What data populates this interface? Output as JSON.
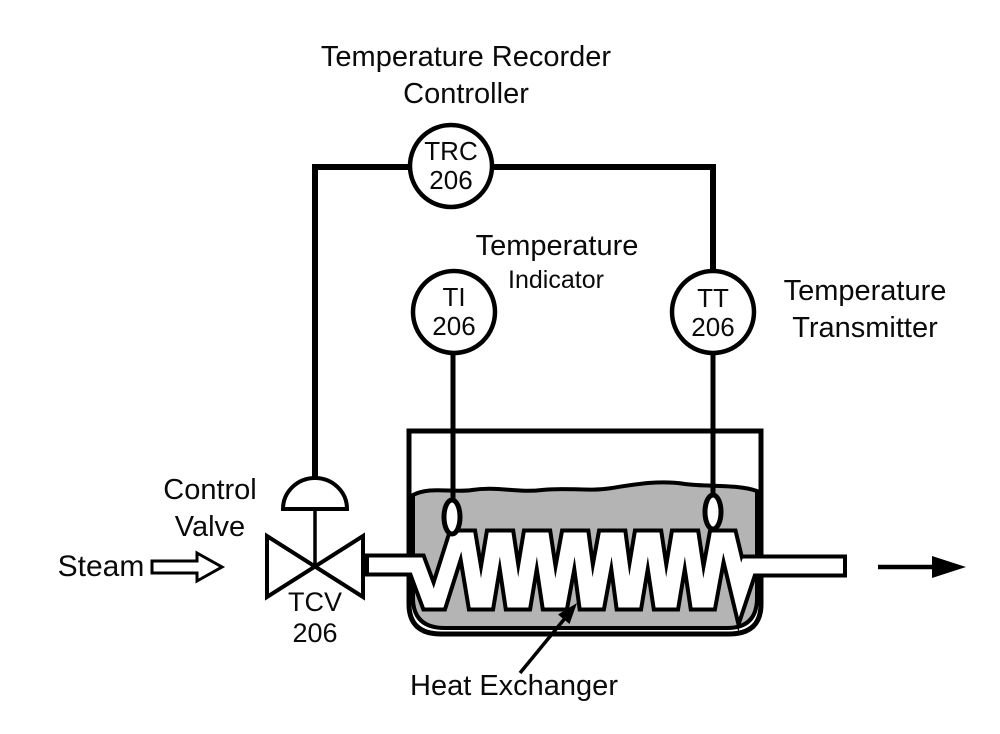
{
  "diagram": {
    "background": "#ffffff",
    "line_color": "#000000",
    "liquid_color": "#b4b4b4",
    "trc": {
      "label_line1": "Temperature Recorder",
      "label_line2": "Controller",
      "tag": "TRC",
      "number": "206"
    },
    "ti": {
      "label_line1": "Temperature",
      "label_line2": "Indicator",
      "tag": "TI",
      "number": "206"
    },
    "tt": {
      "label_line1": "Temperature",
      "label_line2": "Transmitter",
      "tag": "TT",
      "number": "206"
    },
    "valve": {
      "label_line1": "Control",
      "label_line2": "Valve",
      "tag": "TCV",
      "number": "206"
    },
    "steam": {
      "label": "Steam"
    },
    "heat_exchanger": {
      "label": "Heat Exchanger"
    }
  }
}
